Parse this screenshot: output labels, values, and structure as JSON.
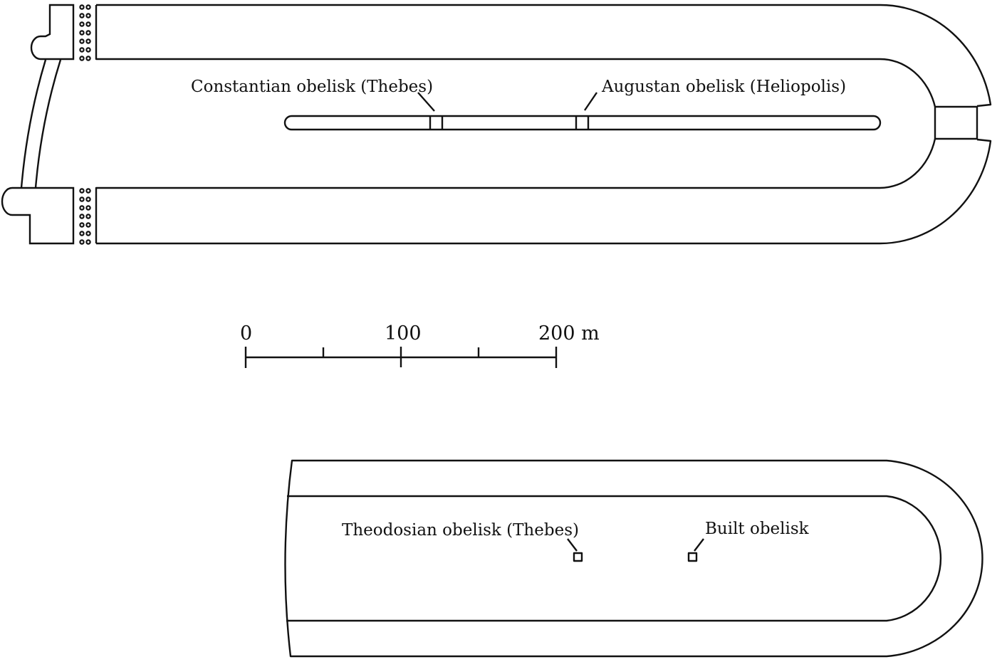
{
  "top_plan": {
    "labels": {
      "constantian": "Constantian obelisk (Thebes)",
      "augustan": "Augustan obelisk (Heliopolis)"
    }
  },
  "scale_bar": {
    "labels": [
      "0",
      "100",
      "200 m"
    ],
    "max_value": 200,
    "unit": "m"
  },
  "bottom_plan": {
    "labels": {
      "theodosian": "Theodosian obelisk (Thebes)",
      "built": "Built obelisk"
    }
  }
}
